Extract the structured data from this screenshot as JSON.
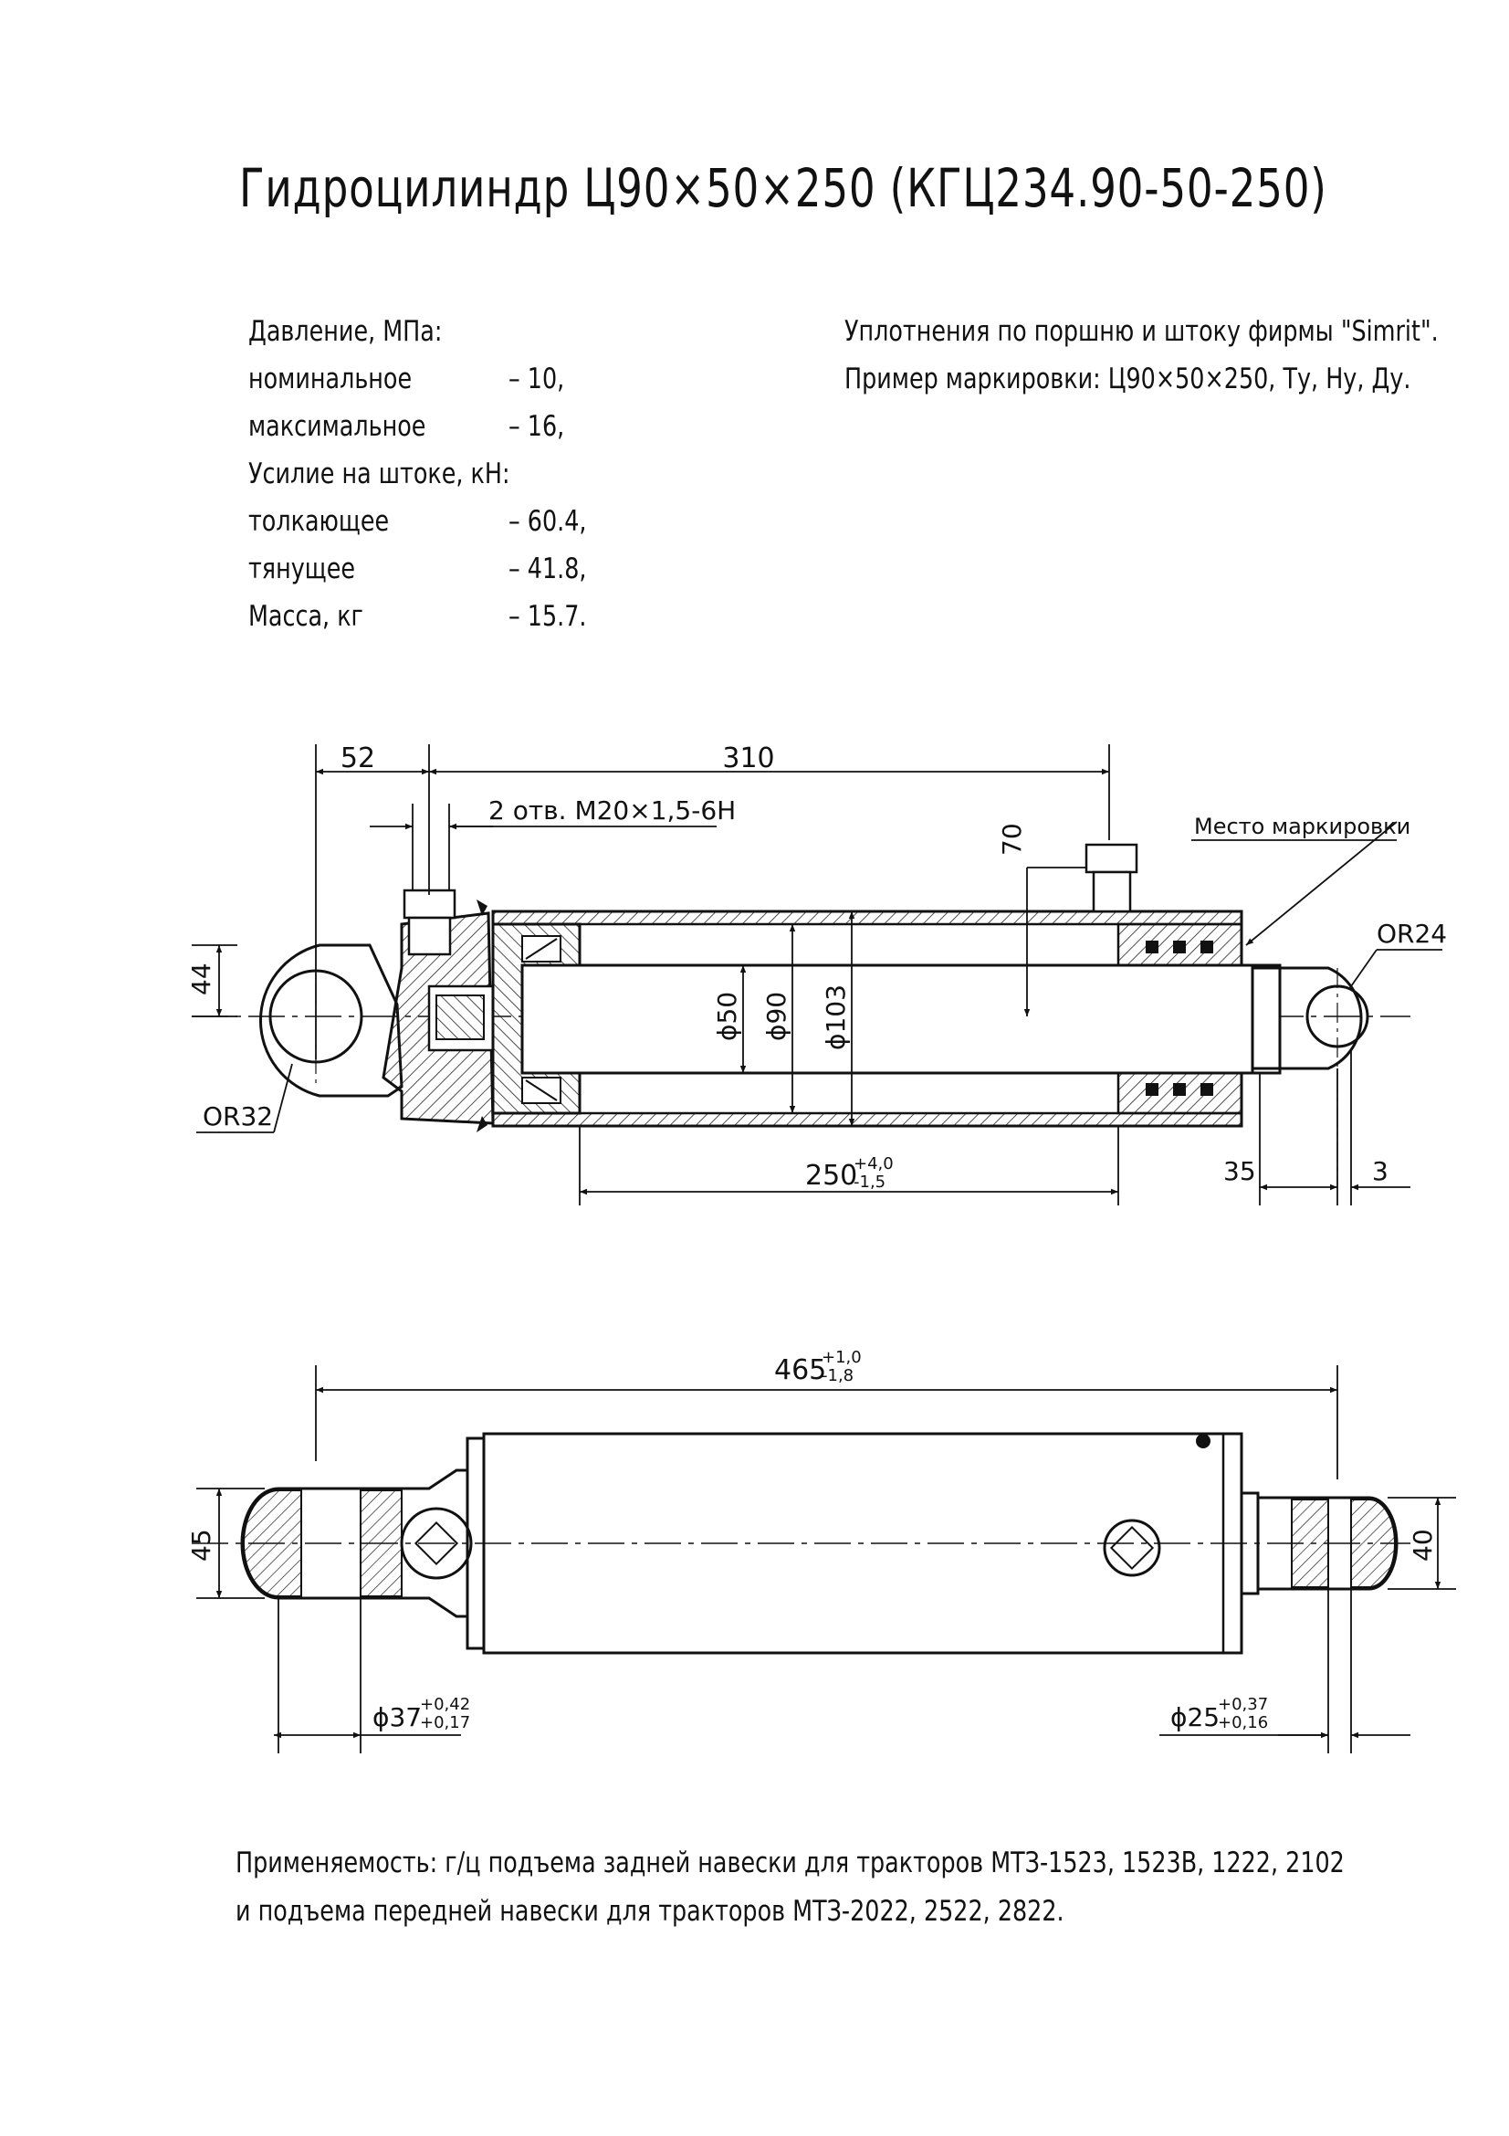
{
  "title": "Гидроцилиндр Ц90×50×250 (КГЦ234.90-50-250)",
  "specs": [
    {
      "label": "Давление, МПа:",
      "value": ""
    },
    {
      "label": "номинальное",
      "value": "– 10,"
    },
    {
      "label": "максимальное",
      "value": "– 16,"
    },
    {
      "label": "Усилие на штоке, кН:",
      "value": ""
    },
    {
      "label": "толкающее",
      "value": "– 60.4,"
    },
    {
      "label": "тянущее",
      "value": "– 41.8,"
    },
    {
      "label": "Масса, кг",
      "value": "– 15.7."
    }
  ],
  "notes": {
    "seals": "Уплотнения по поршню и штоку фирмы \"Simrit\".",
    "marking": "Пример маркировки: Ц90×50×250, Ту, Ну, Ду."
  },
  "section_view": {
    "dims": {
      "d52": "52",
      "d310": "310",
      "holes": "2 отв. М20×1,5-6Н",
      "d70": "70",
      "mark_place": "Место маркировки",
      "d44": "44",
      "or24": "OR24",
      "or32": "OR32",
      "phi50": "ϕ50",
      "phi90": "ϕ90",
      "phi103": "ϕ103",
      "stroke": "250",
      "stroke_tol_up": "+4,0",
      "stroke_tol_dn": "-1,5",
      "d35": "35",
      "d3": "3"
    }
  },
  "side_view": {
    "dims": {
      "len": "465",
      "len_tol_up": "+1,0",
      "len_tol_dn": "-1,8",
      "d45": "45",
      "d40": "40",
      "bore1": "ϕ37",
      "bore1_up": "+0,42",
      "bore1_dn": "+0,17",
      "bore2": "ϕ25",
      "bore2_up": "+0,37",
      "bore2_dn": "+0,16"
    }
  },
  "applicability": {
    "line1": "Применяемость: г/ц подъема задней навески для тракторов МТЗ-1523, 1523В, 1222, 2102",
    "line2": "и подъема передней навески для тракторов МТЗ-2022, 2522, 2822."
  }
}
